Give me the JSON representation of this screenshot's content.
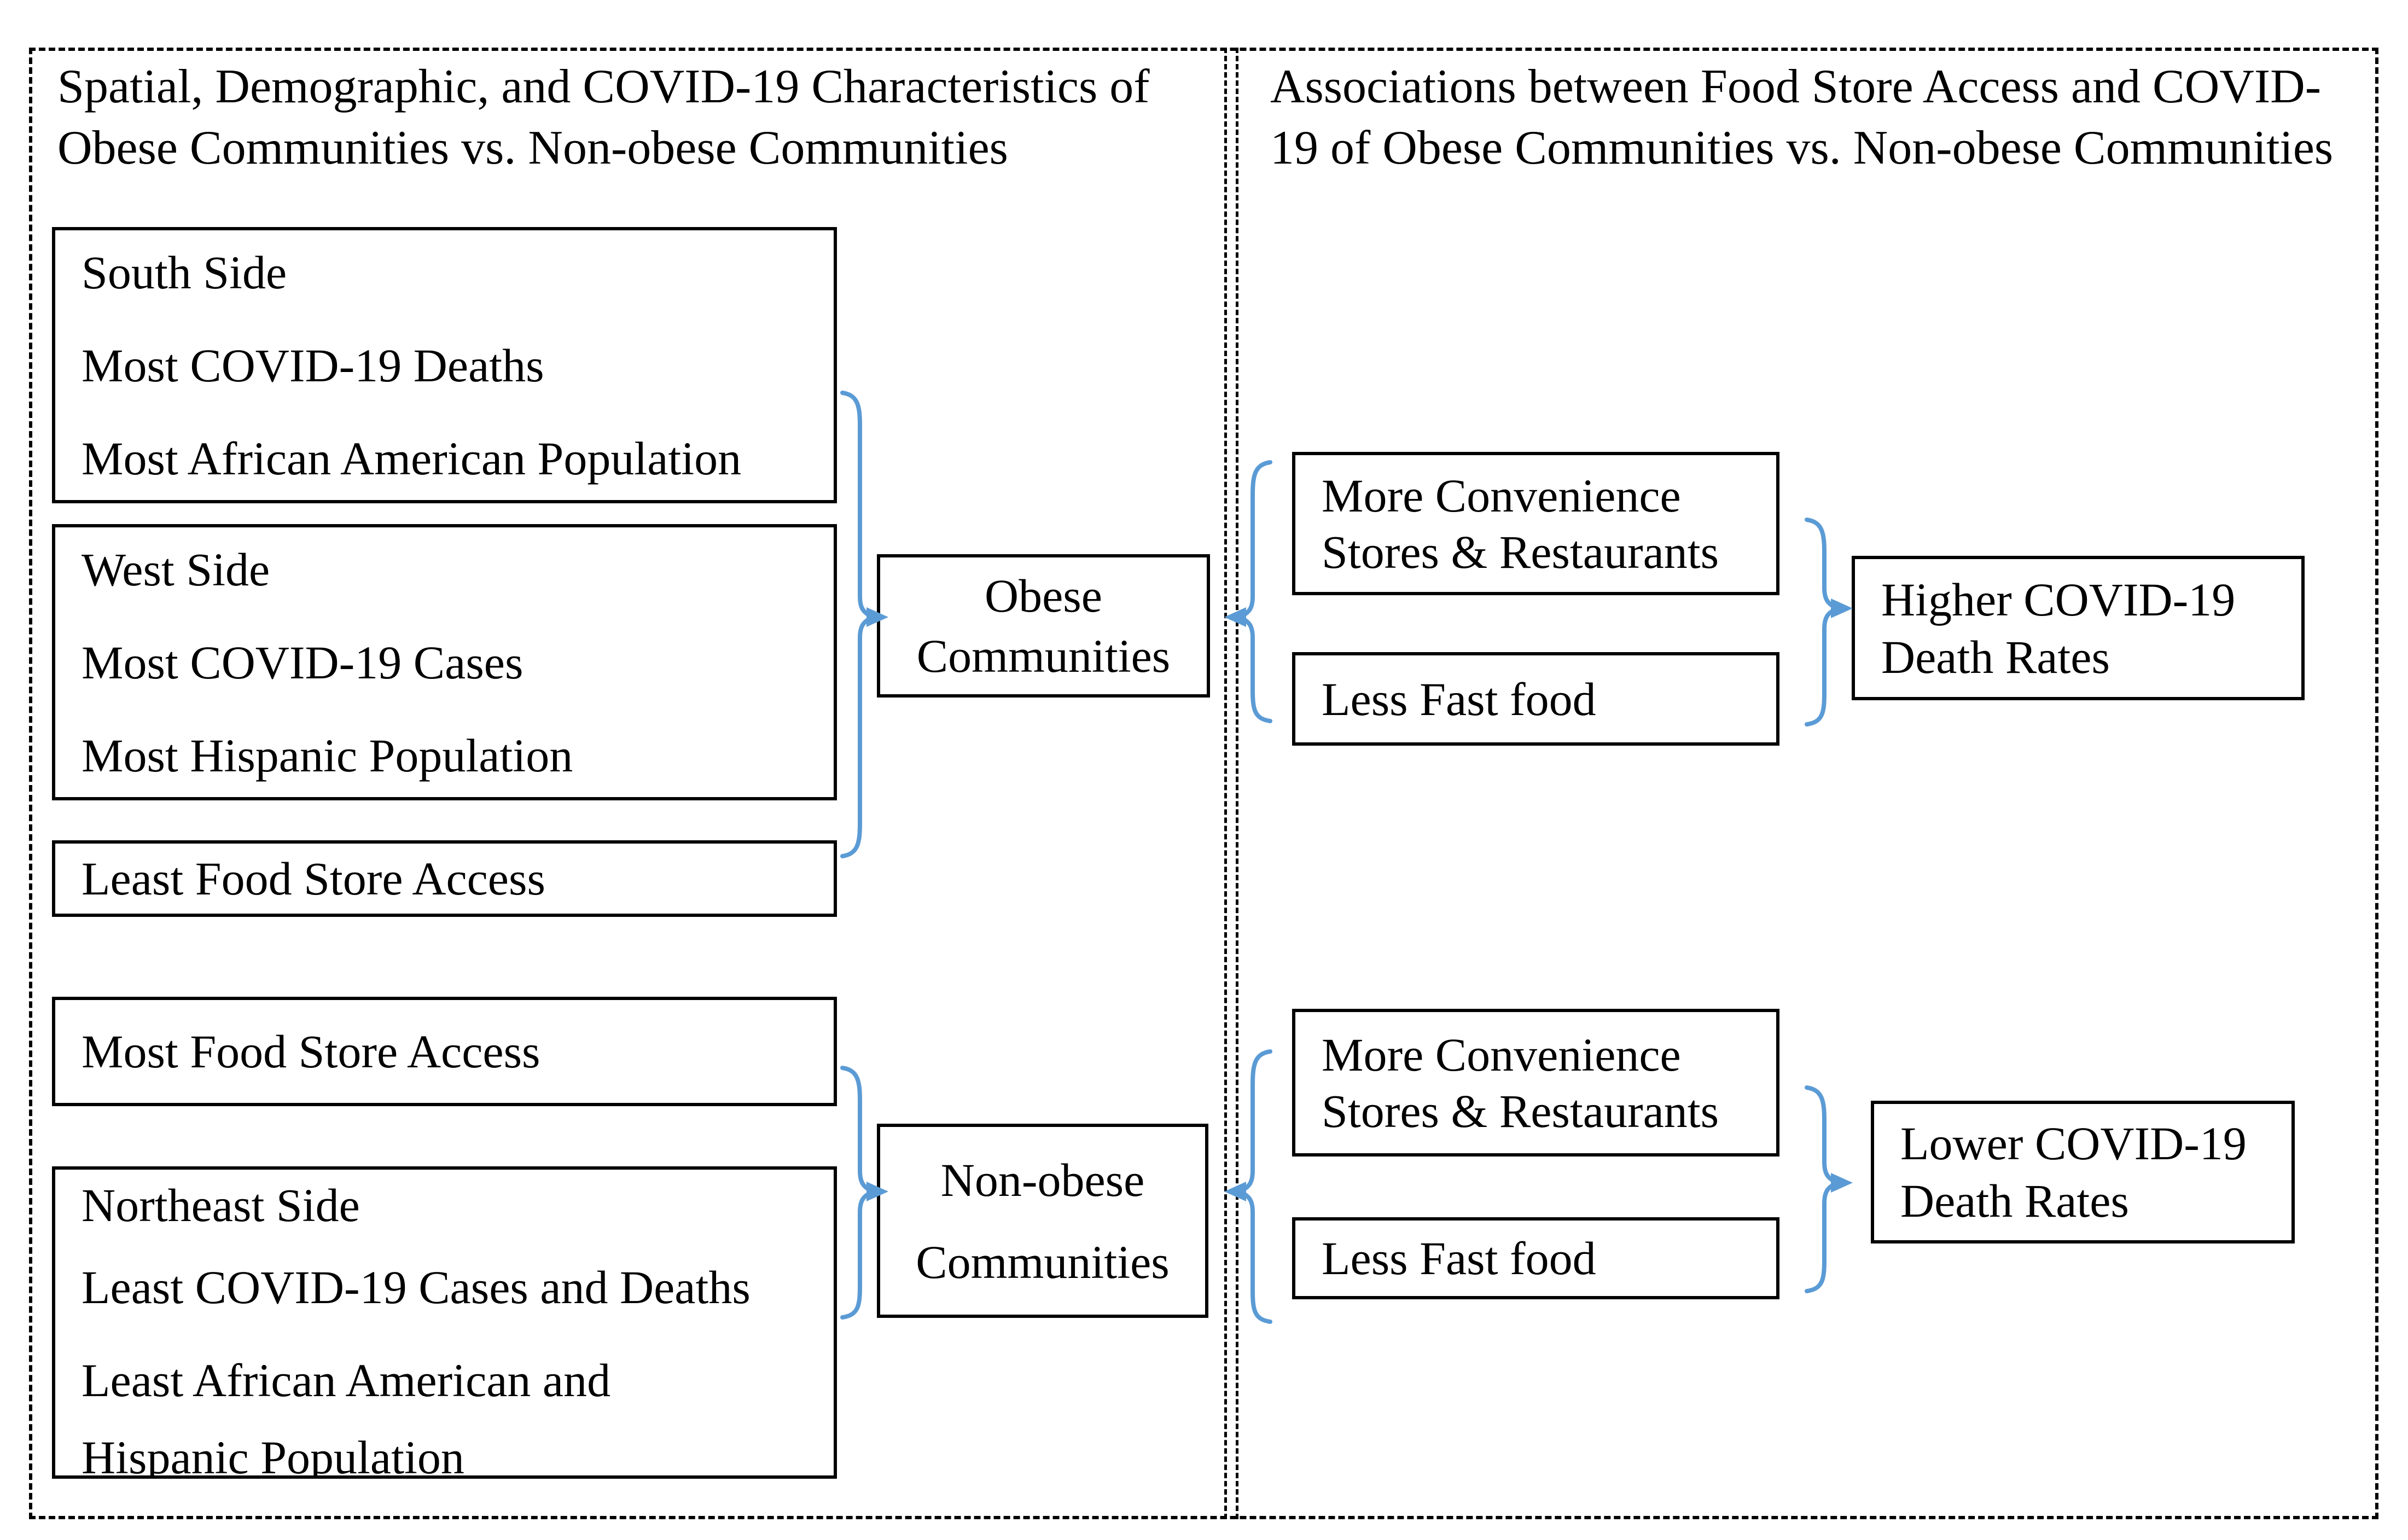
{
  "colors": {
    "accent_blue": "#5B9BD5",
    "ink": "#000000",
    "background": "#FFFFFF"
  },
  "panels": {
    "left": {
      "title_lines": [
        "Spatial, Demographic, and COVID-19 Characteristics of",
        "Obese Communities vs. Non-obese Communities"
      ],
      "boxes": {
        "south_side": {
          "lines": [
            "South Side",
            "Most COVID-19 Deaths",
            "Most African American Population"
          ]
        },
        "west_side": {
          "lines": [
            "West Side",
            "Most COVID-19 Cases",
            "Most Hispanic Population"
          ]
        },
        "least_food": {
          "lines": [
            "Least Food Store Access"
          ]
        },
        "obese": {
          "lines": [
            "Obese",
            "Communities"
          ]
        },
        "most_food": {
          "lines": [
            "Most Food Store Access"
          ]
        },
        "northeast": {
          "lines": [
            "Northeast Side",
            "Least COVID-19 Cases and Deaths",
            "Least African American and",
            "Hispanic Population"
          ]
        },
        "non_obese": {
          "lines": [
            "Non-obese",
            "Communities"
          ]
        }
      }
    },
    "right": {
      "title_lines": [
        "Associations between Food Store Access and COVID-",
        "19 of Obese Communities vs. Non-obese Communities"
      ],
      "boxes": {
        "more_conv_top": {
          "lines": [
            "More Convenience",
            "Stores & Restaurants"
          ]
        },
        "less_fast_top": {
          "lines": [
            "Less Fast food"
          ]
        },
        "higher_death": {
          "lines": [
            "Higher COVID-19",
            "Death Rates"
          ]
        },
        "more_conv_bottom": {
          "lines": [
            "More Convenience",
            "Stores & Restaurants"
          ]
        },
        "less_fast_bottom": {
          "lines": [
            "Less Fast food"
          ]
        },
        "lower_death": {
          "lines": [
            "Lower COVID-19",
            "Death Rates"
          ]
        }
      }
    }
  }
}
